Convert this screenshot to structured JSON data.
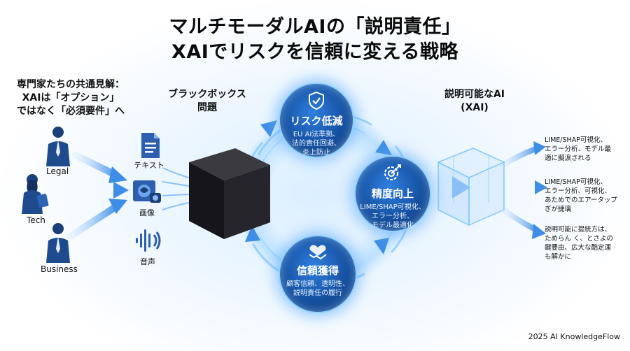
{
  "title": {
    "line1": "マルチモーダルAIの「説明責任」",
    "line2": "XAIでリスクを信頼に変える戦略"
  },
  "experts": {
    "heading": [
      "専門家たちの共通見解：",
      "XAIは「オプション」",
      "ではなく「必須要件」へ"
    ],
    "people": [
      {
        "label": "Legal",
        "icon": "businessman-icon"
      },
      {
        "label": "Tech",
        "icon": "woman-tablet-icon"
      },
      {
        "label": "Business",
        "icon": "businessman-icon"
      }
    ]
  },
  "modalities": [
    {
      "label": "テキスト",
      "icon": "document-icon"
    },
    {
      "label": "画像",
      "icon": "image-icon"
    },
    {
      "label": "音声",
      "icon": "audio-wave-icon"
    }
  ],
  "black_box": {
    "heading": [
      "ブラックボックス",
      "問題"
    ]
  },
  "xai": {
    "heading": [
      "説明可能なAI",
      "(XAI)"
    ]
  },
  "cycle": [
    {
      "title": "リスク低減",
      "icon": "shield-check-icon",
      "desc": [
        "EU AI法準拠、",
        "法的責任回避、",
        "炎上防止"
      ]
    },
    {
      "title": "精度向上",
      "icon": "gear-target-icon",
      "desc": [
        "LIME/SHAP可視化、",
        "エラー分析、",
        "モデル最適化"
      ]
    },
    {
      "title": "信頼獲得",
      "icon": "handshake-icon",
      "desc": [
        "顧客信頼、透明性、",
        "説明責任の履行"
      ]
    }
  ],
  "outputs": [
    [
      "LIME/SHAP可視化、",
      "エラー分析、モデル最",
      "適に擬涙される"
    ],
    [
      "LIME/SHAP可視化、",
      "エラー分析、可視化、",
      "あためでのエアータップ",
      "ぎが捷璃"
    ],
    [
      "説明可能に提統方は、",
      "ためらん く、とさよの",
      "鍵要由、広大な酷定運",
      "も解かに"
    ]
  ],
  "footer": "2025 AI KnowledgeFlow",
  "colors": {
    "accent": "#2f7fe0",
    "node_dark": "#0c2e66",
    "glow": "#8fd0ff",
    "arrow": "#4a90e2"
  }
}
